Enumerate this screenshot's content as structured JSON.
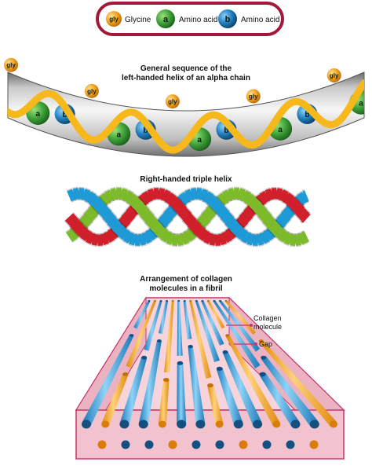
{
  "legend": {
    "gly_symbol": "gly",
    "glycine_label": "Glycine",
    "a_symbol": "a",
    "amino_a_label": "Amino acid",
    "b_symbol": "b",
    "amino_b_label": "Amino acid"
  },
  "alpha_chain": {
    "title_line1": "General sequence of the",
    "title_line2": "left-handed helix of an alpha chain",
    "sequence": [
      "gly",
      "a",
      "b",
      "gly",
      "a",
      "b",
      "gly",
      "a",
      "b",
      "gly",
      "a",
      "b",
      "gly",
      "a"
    ]
  },
  "triple_helix": {
    "title": "Right-handed triple helix"
  },
  "fibril": {
    "title_line1": "Arrangement of collagen",
    "title_line2": "molecules in a fibril",
    "callout_molecule_line1": "Collagen",
    "callout_molecule_line2": "molecule",
    "callout_gap": "Gap"
  },
  "colors": {
    "glycine": "#f4a21c",
    "amino_a": "#3ea33a",
    "amino_b": "#1f7fc0",
    "helix_red": "#d11f2b",
    "helix_green": "#7dbb2a",
    "helix_blue": "#1e9ad6",
    "strand_yellow": "#f6b81a",
    "legend_border": "#a3173a",
    "fibril_fill": "#f7d3db",
    "fibril_edge": "#c8366b"
  }
}
